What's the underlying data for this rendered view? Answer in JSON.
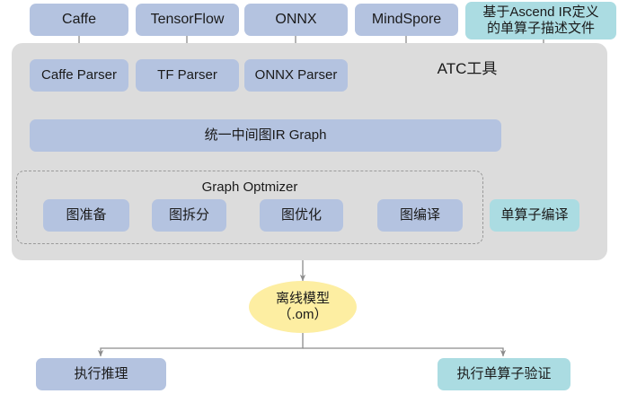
{
  "diagram": {
    "title_label": "ATC工具",
    "optimizer_label": "Graph Optmizer",
    "frameworks": [
      {
        "label": "Caffe",
        "color": "#b4c3e0"
      },
      {
        "label": "TensorFlow",
        "color": "#b4c3e0"
      },
      {
        "label": "ONNX",
        "color": "#b4c3e0"
      },
      {
        "label": "MindSpore",
        "color": "#b4c3e0"
      }
    ],
    "single_op_source": {
      "label": "基于Ascend IR定义\n的单算子描述文件",
      "color": "#abdce2"
    },
    "parsers": [
      {
        "label": "Caffe Parser",
        "color": "#b4c3e0"
      },
      {
        "label": "TF Parser",
        "color": "#b4c3e0"
      },
      {
        "label": "ONNX Parser",
        "color": "#b4c3e0"
      }
    ],
    "ir_graph": {
      "label": "统一中间图IR Graph",
      "color": "#b4c3e0"
    },
    "optimizer_stages": [
      {
        "label": "图准备",
        "color": "#b4c3e0"
      },
      {
        "label": "图拆分",
        "color": "#b4c3e0"
      },
      {
        "label": "图优化",
        "color": "#b4c3e0"
      },
      {
        "label": "图编译",
        "color": "#b4c3e0"
      }
    ],
    "single_op_compile": {
      "label": "单算子编译",
      "color": "#abdce2"
    },
    "offline_model": {
      "line1": "离线模型",
      "line2": "（.om）",
      "color": "#fdeea2"
    },
    "outputs": [
      {
        "label": "执行推理",
        "color": "#b4c3e0"
      },
      {
        "label": "执行单算子验证",
        "color": "#abdce2"
      }
    ],
    "colors": {
      "blue": "#b4c3e0",
      "teal": "#abdce2",
      "yellow": "#fdeea2",
      "panel_gray": "#dcdcdc",
      "wire": "#8c8c8c"
    }
  }
}
